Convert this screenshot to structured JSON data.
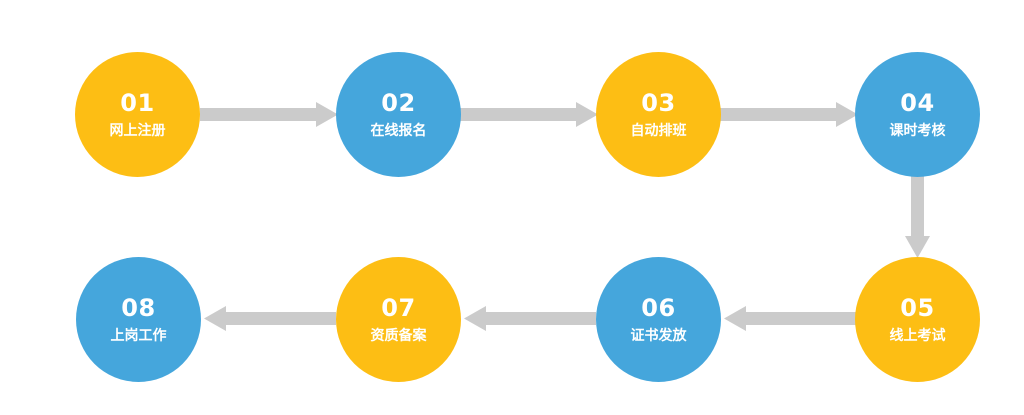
{
  "colors": {
    "yellow": "#FDBE14",
    "blue": "#45A6DC",
    "arrow": "#CBCBCB"
  },
  "steps": [
    {
      "number": "01",
      "label": "网上注册",
      "color": "yellow"
    },
    {
      "number": "02",
      "label": "在线报名",
      "color": "blue"
    },
    {
      "number": "03",
      "label": "自动排班",
      "color": "yellow"
    },
    {
      "number": "04",
      "label": "课时考核",
      "color": "blue"
    },
    {
      "number": "05",
      "label": "线上考试",
      "color": "yellow"
    },
    {
      "number": "06",
      "label": "证书发放",
      "color": "blue"
    },
    {
      "number": "07",
      "label": "资质备案",
      "color": "yellow"
    },
    {
      "number": "08",
      "label": "上岗工作",
      "color": "blue"
    }
  ]
}
